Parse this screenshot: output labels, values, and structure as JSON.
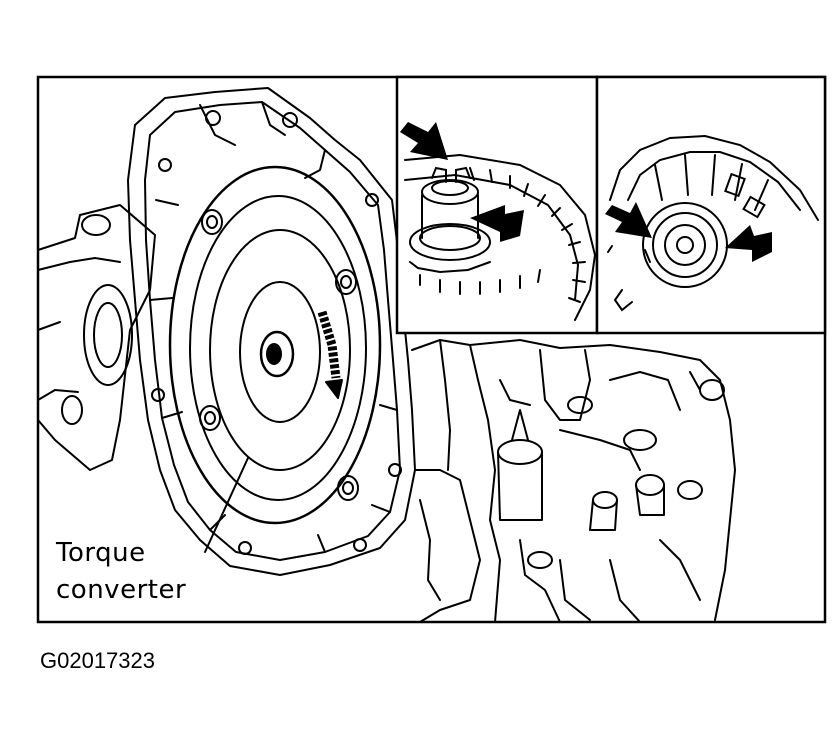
{
  "diagram": {
    "label_line1": "Torque",
    "label_line2": "converter",
    "figure_id": "G02017323"
  }
}
